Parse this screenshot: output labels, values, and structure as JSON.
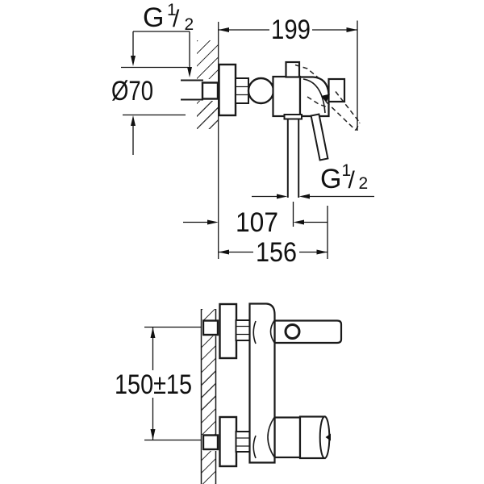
{
  "drawing_type": "wall-mounted-mixer-faucet-installation-drawing",
  "colors": {
    "line": "#1a1a1a",
    "background": "#ffffff"
  },
  "side_view": {
    "thread_wall": {
      "letter": "G",
      "numerator": "1",
      "slash": "/",
      "denominator": "2"
    },
    "flange_diameter": "Ø70",
    "overall_depth": "199",
    "thread_outlet": {
      "letter": "G",
      "numerator": "1",
      "slash": "/",
      "denominator": "2"
    },
    "outlet_depth": "107",
    "lever_depth": "156"
  },
  "front_view": {
    "connection_spacing": "150±15"
  }
}
